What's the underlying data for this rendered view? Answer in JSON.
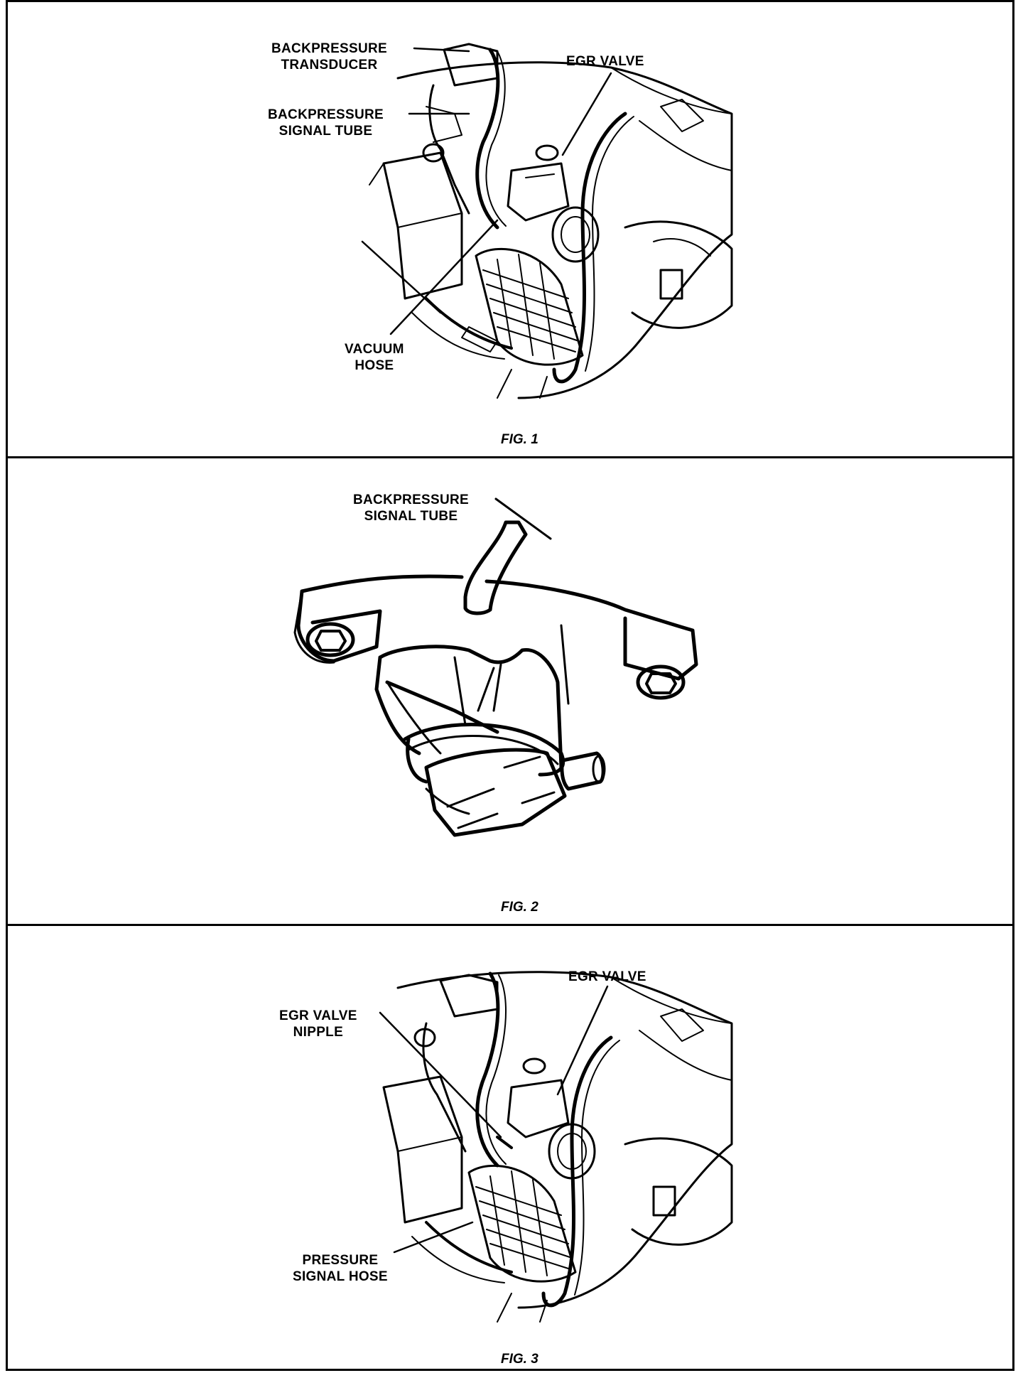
{
  "figures": [
    {
      "caption": "FIG. 1",
      "labels": {
        "backpressure_transducer": [
          "BACKPRESSURE",
          "TRANSDUCER"
        ],
        "backpressure_signal_tube": [
          "BACKPRESSURE",
          "SIGNAL TUBE"
        ],
        "egr_valve": [
          "EGR VALVE"
        ],
        "vacuum_hose": [
          "VACUUM",
          "HOSE"
        ]
      }
    },
    {
      "caption": "FIG. 2",
      "labels": {
        "backpressure_signal_tube": [
          "BACKPRESSURE",
          "SIGNAL TUBE"
        ]
      }
    },
    {
      "caption": "FIG. 3",
      "labels": {
        "egr_valve": [
          "EGR VALVE"
        ],
        "egr_valve_nipple": [
          "EGR VALVE",
          "NIPPLE"
        ],
        "pressure_signal_hose": [
          "PRESSURE",
          "SIGNAL HOSE"
        ]
      }
    }
  ],
  "colors": {
    "ink": "#000000",
    "paper": "#ffffff"
  }
}
